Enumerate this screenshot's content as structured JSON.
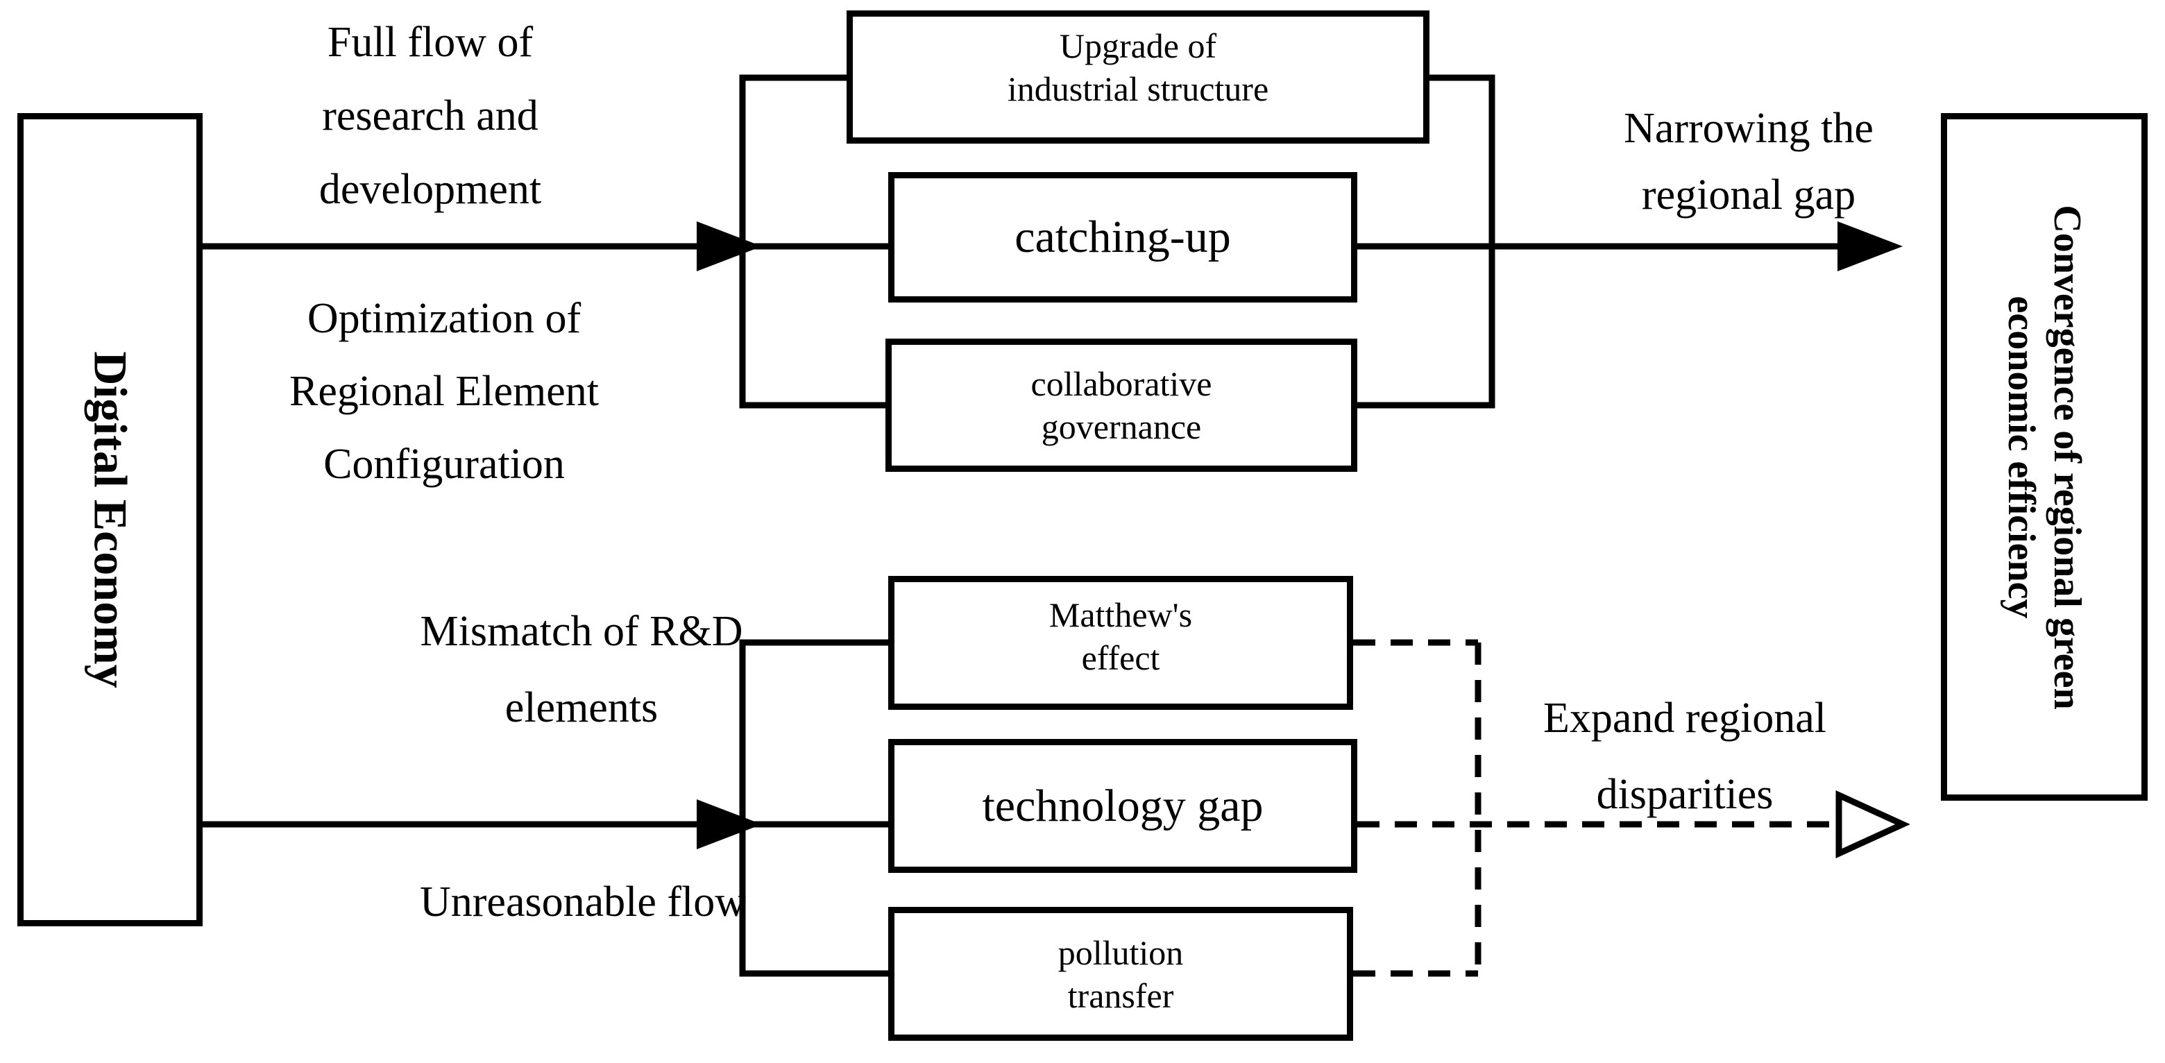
{
  "diagram": {
    "source_box": {
      "label": "Digital Economy"
    },
    "outcome_box": {
      "lines": [
        "Convergence of regional green",
        "economic efficiency"
      ]
    },
    "top_path": {
      "cause_label_upper": [
        "Full flow of",
        "research and",
        "development"
      ],
      "cause_label_lower": [
        "Optimization of",
        "Regional Element",
        "Configuration"
      ],
      "mediators": [
        {
          "lines": [
            "Upgrade of",
            "industrial structure"
          ]
        },
        {
          "lines": [
            "catching-up"
          ]
        },
        {
          "lines": [
            "collaborative",
            "governance"
          ]
        }
      ],
      "effect_label": [
        "Narrowing the",
        "regional gap"
      ]
    },
    "bottom_path": {
      "cause_label_upper": [
        "Mismatch of R&D",
        "elements"
      ],
      "cause_label_lower": [
        "Unreasonable flow"
      ],
      "mediators": [
        {
          "lines": [
            "Matthew's",
            "effect"
          ]
        },
        {
          "lines": [
            "technology gap"
          ]
        },
        {
          "lines": [
            "pollution",
            "transfer"
          ]
        }
      ],
      "effect_label": [
        "Expand regional",
        "disparities"
      ]
    },
    "colors": {
      "line": "#000000",
      "text": "#000000",
      "background": "#ffffff"
    }
  }
}
